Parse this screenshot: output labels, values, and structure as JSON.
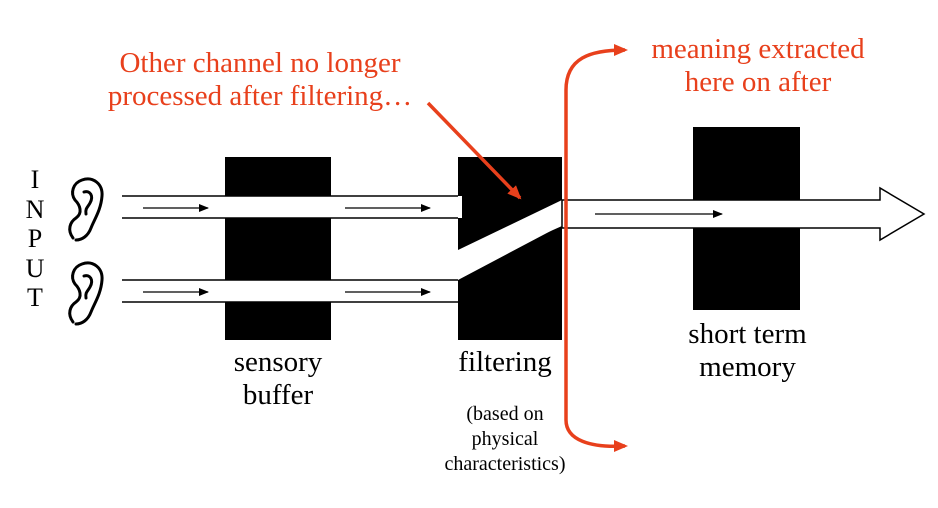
{
  "input_letters": [
    "I",
    "N",
    "P",
    "U",
    "T"
  ],
  "labels": {
    "sensory_buffer": [
      "sensory",
      "buffer"
    ],
    "filtering": "filtering",
    "filtering_note": [
      "(based on",
      "physical",
      "characteristics)"
    ],
    "short_term_memory": [
      "short term",
      "memory"
    ]
  },
  "annotations": {
    "other_channel": [
      "Other channel no longer",
      "processed after filtering…"
    ],
    "meaning": [
      "meaning extracted",
      "here on after"
    ]
  },
  "colors": {
    "annotation": "#e8401c",
    "blocks": "#000000",
    "lines": "#000000",
    "background": "#ffffff"
  },
  "icons": [
    "ear-icon",
    "ear-icon"
  ]
}
